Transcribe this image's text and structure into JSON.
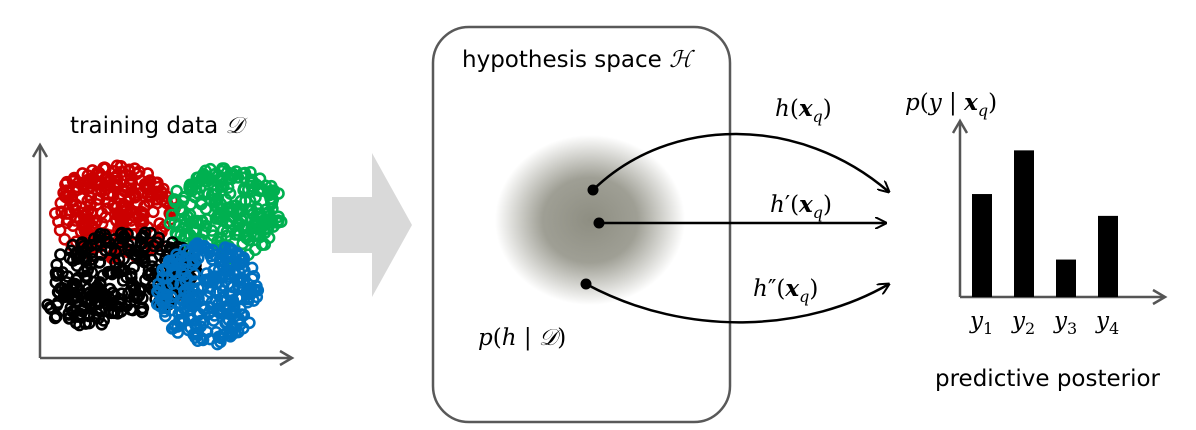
{
  "training": {
    "label_text": "training data",
    "label_symbol": "𝒟",
    "cluster_colors": {
      "red": "#cc0000",
      "green": "#00b050",
      "black": "#000000",
      "blue": "#0070c0"
    }
  },
  "hypothesis": {
    "label_text": "hypothesis space",
    "label_symbol": "ℋ",
    "posterior": {
      "func": "p",
      "var": "h",
      "given": "𝒟"
    }
  },
  "arrows": [
    {
      "name": "h",
      "prime": "",
      "arg": "x",
      "sub": "q"
    },
    {
      "name": "h",
      "prime": "′",
      "arg": "x",
      "sub": "q"
    },
    {
      "name": "h",
      "prime": "″",
      "arg": "x",
      "sub": "q"
    }
  ],
  "predictive": {
    "title": {
      "func": "p",
      "var": "y",
      "given": "x",
      "sub": "q"
    },
    "caption": "predictive posterior",
    "chart_data": {
      "type": "bar",
      "categories": [
        {
          "base": "y",
          "sub": "1"
        },
        {
          "base": "y",
          "sub": "2"
        },
        {
          "base": "y",
          "sub": "3"
        },
        {
          "base": "y",
          "sub": "4"
        }
      ],
      "values": [
        0.33,
        0.47,
        0.12,
        0.26
      ],
      "ylim": [
        0,
        0.5
      ]
    }
  },
  "colors": {
    "process_arrow": "#d9d9d9",
    "box_stroke": "#595959",
    "blob": "#8e8e82"
  }
}
